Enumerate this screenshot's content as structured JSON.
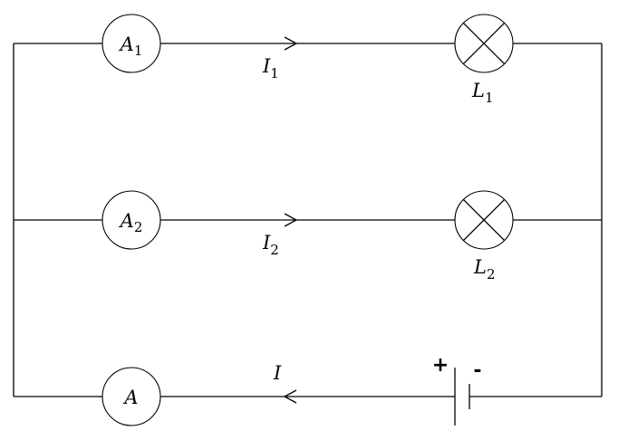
{
  "branches": [
    {
      "ammeter": {
        "symbol": "A",
        "subscript": "1"
      },
      "current": {
        "symbol": "I",
        "subscript": "1",
        "direction": "right"
      },
      "lamp": {
        "symbol": "L",
        "subscript": "1"
      }
    },
    {
      "ammeter": {
        "symbol": "A",
        "subscript": "2"
      },
      "current": {
        "symbol": "I",
        "subscript": "2",
        "direction": "right"
      },
      "lamp": {
        "symbol": "L",
        "subscript": "2"
      }
    },
    {
      "ammeter": {
        "symbol": "A",
        "subscript": ""
      },
      "current": {
        "symbol": "I",
        "subscript": "",
        "direction": "left"
      },
      "battery": {
        "positive": "+",
        "negative": "-"
      }
    }
  ]
}
